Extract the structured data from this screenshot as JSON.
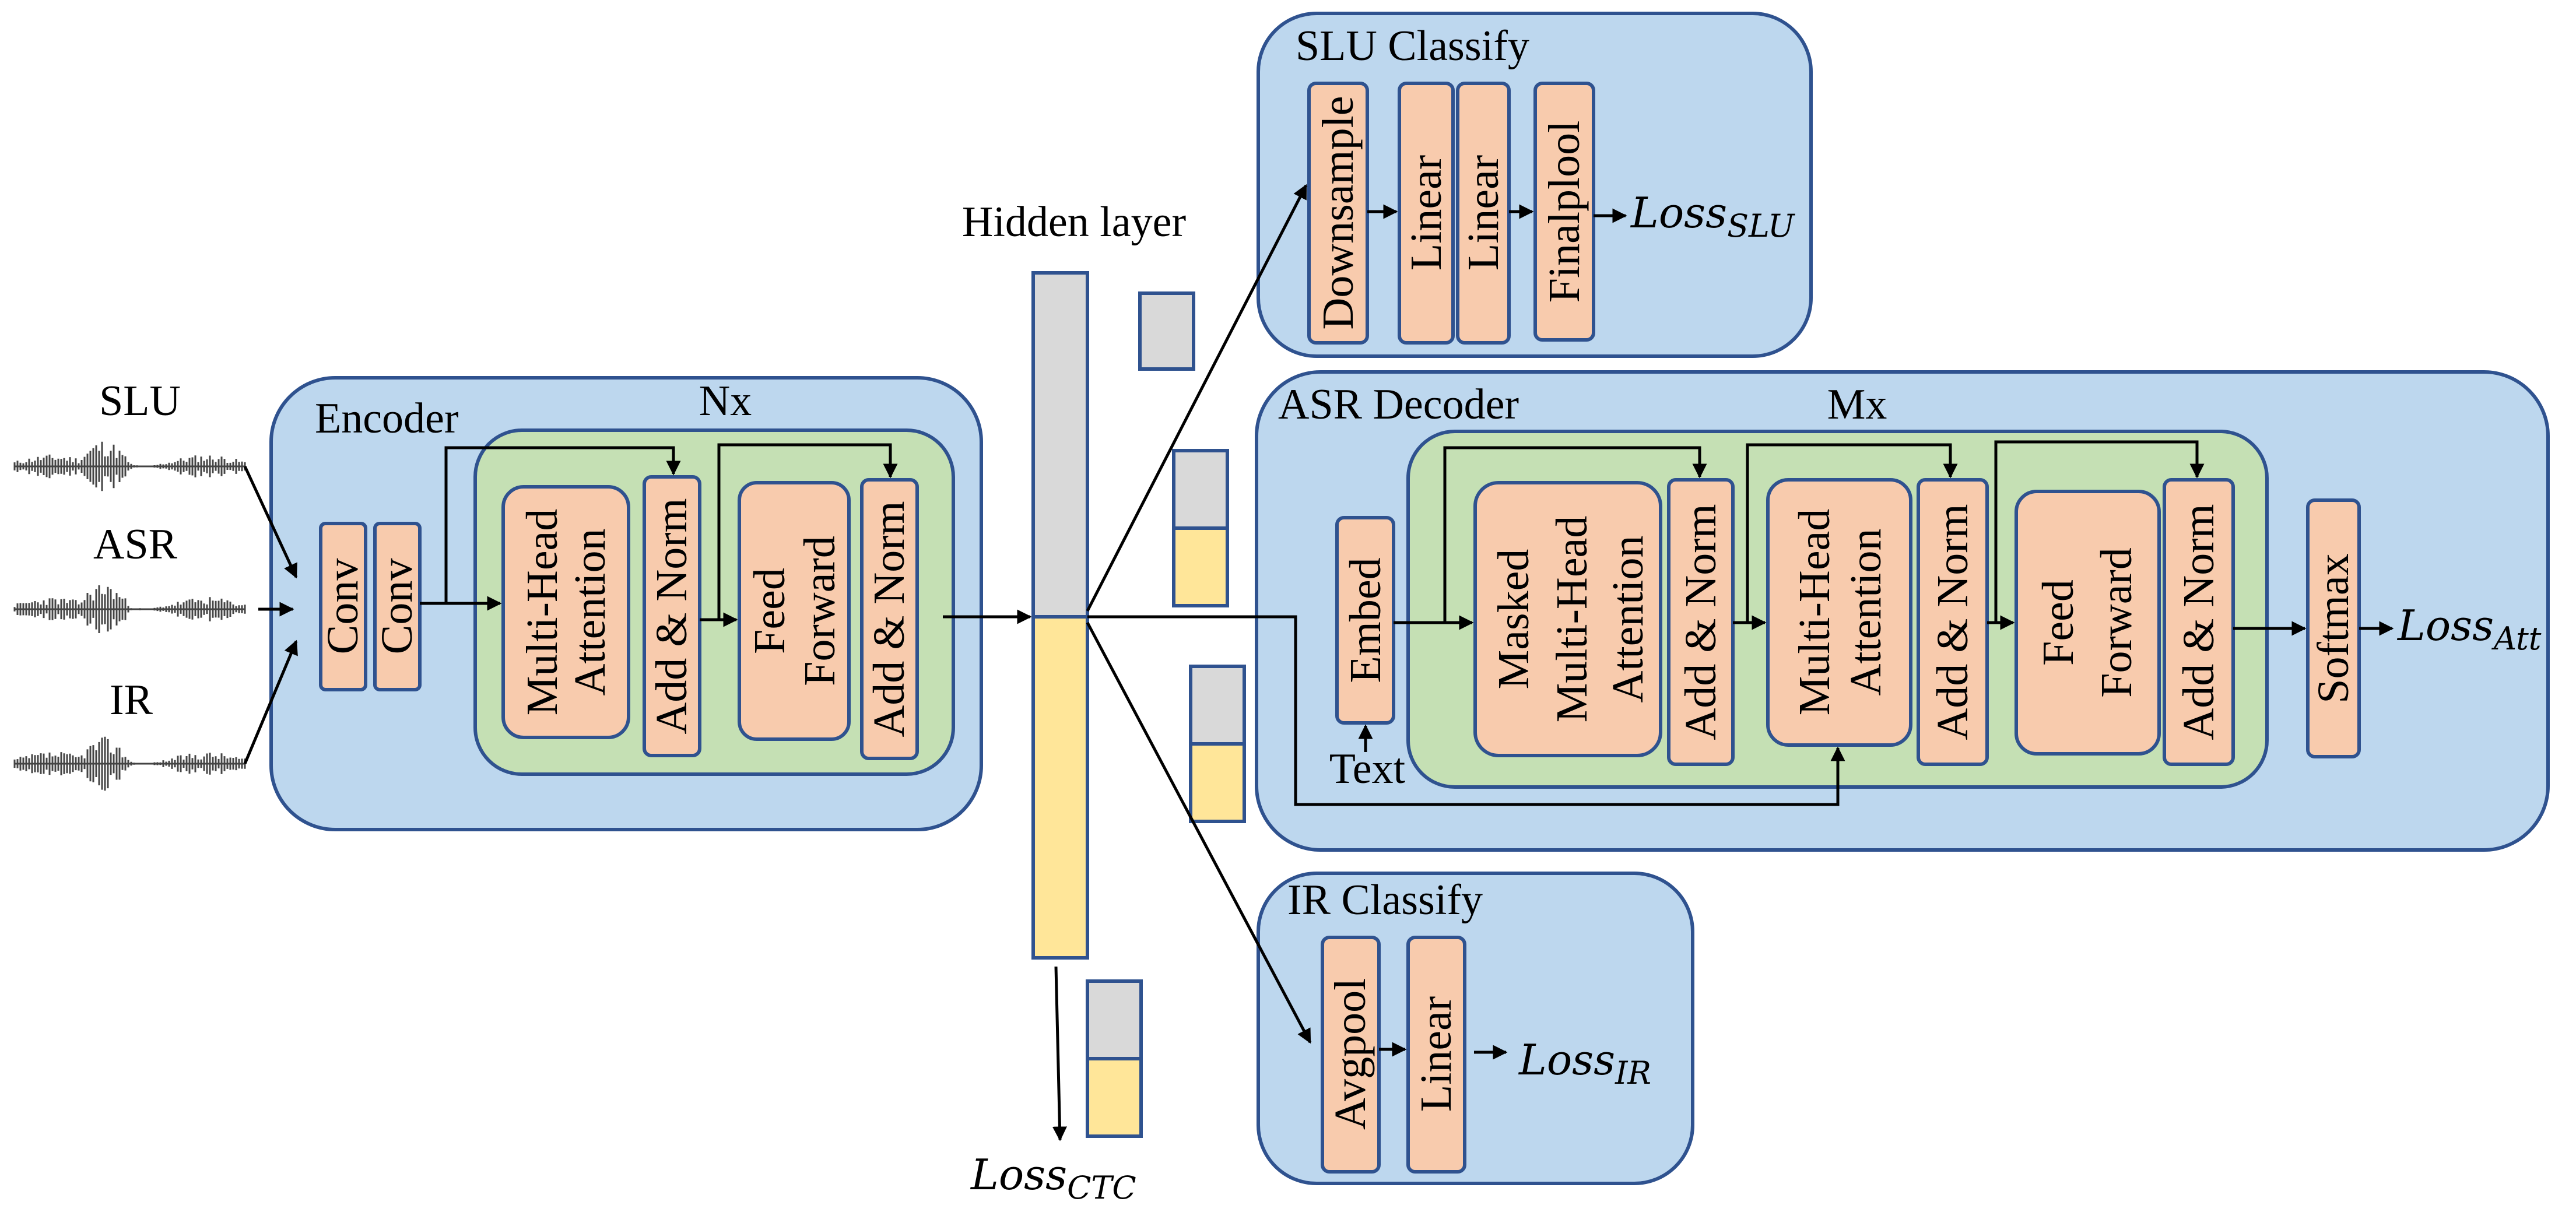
{
  "inputs": {
    "slu": "SLU",
    "asr": "ASR",
    "ir": "IR"
  },
  "encoder": {
    "title": "Encoder",
    "repeat": "Nx",
    "conv1": "Conv",
    "conv2": "Conv",
    "mha_line1": "Multi-Head",
    "mha_line2": "Attention",
    "addnorm1": "Add & Norm",
    "ff_line1": "Feed",
    "ff_line2": "Forward",
    "addnorm2": "Add & Norm"
  },
  "hidden_layer": "Hidden layer",
  "slu_classify": {
    "title": "SLU Classify",
    "downsample": "Downsample",
    "linear1": "Linear",
    "linear2": "Linear",
    "finalpool": "Finalplool",
    "loss_main": "Loss",
    "loss_sub": "SLU"
  },
  "asr_decoder": {
    "title": "ASR Decoder",
    "repeat": "Mx",
    "embed": "Embed",
    "text": "Text",
    "masked_line1": "Masked",
    "masked_line2": "Multi-Head",
    "masked_line3": "Attention",
    "addnorm1": "Add & Norm",
    "mha_line1": "Multi-Head",
    "mha_line2": "Attention",
    "addnorm2": "Add & Norm",
    "ff_line1": "Feed",
    "ff_line2": "Forward",
    "addnorm3": "Add & Norm",
    "softmax": "Softmax",
    "loss_main": "Loss",
    "loss_sub": "Att"
  },
  "ir_classify": {
    "title": "IR Classify",
    "avgpool": "Avgpool",
    "linear": "Linear",
    "loss_main": "Loss",
    "loss_sub": "IR"
  },
  "ctc": {
    "loss_main": "Loss",
    "loss_sub": "CTC"
  },
  "colors": {
    "module_fill": "#bdd7ee",
    "block_group_fill": "#c5e0b4",
    "layer_fill": "#f8cbad",
    "hidden_gray": "#d9d9d9",
    "hidden_yellow": "#ffe699",
    "border": "#2f528f"
  }
}
